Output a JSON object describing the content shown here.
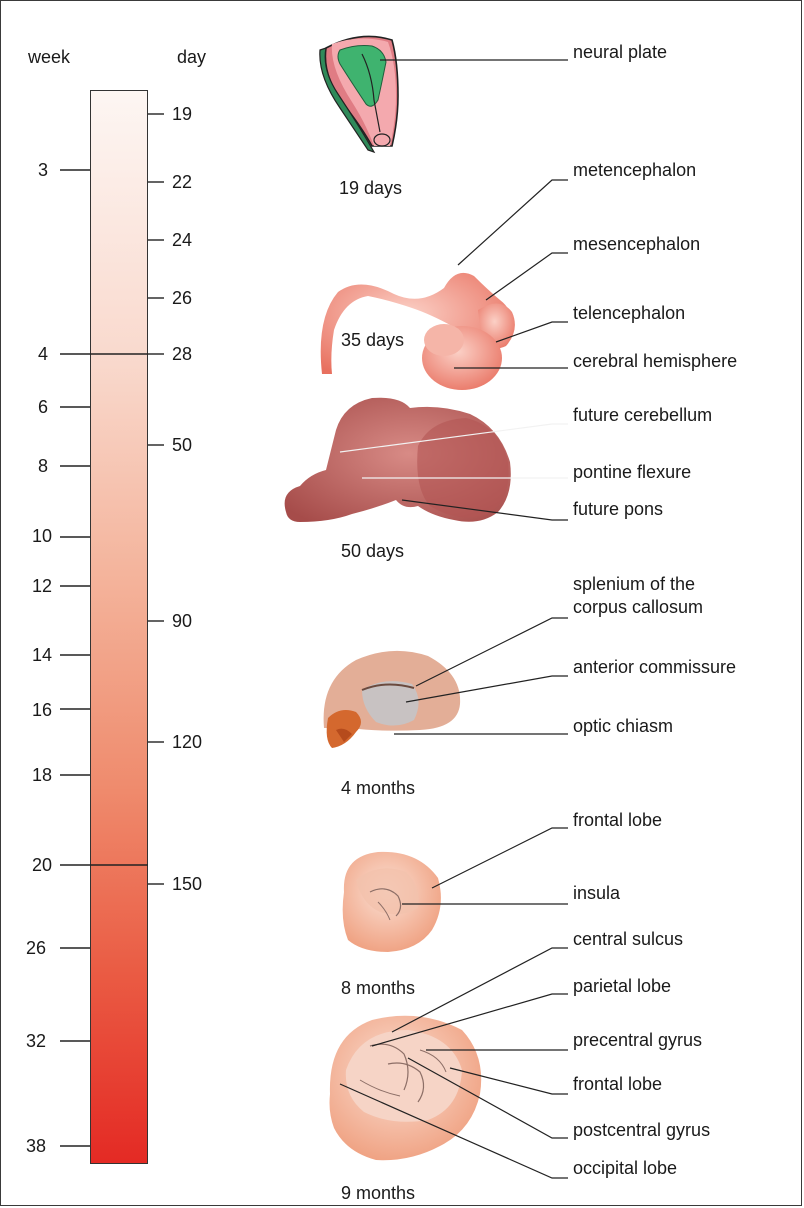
{
  "scale": {
    "week_header": "week",
    "day_header": "day",
    "weeks": [
      "3",
      "4",
      "6",
      "8",
      "10",
      "12",
      "14",
      "16",
      "18",
      "20",
      "26",
      "32",
      "38"
    ],
    "days": [
      "19",
      "22",
      "24",
      "26",
      "28",
      "50",
      "90",
      "120",
      "150"
    ]
  },
  "stages": {
    "s19": "19 days",
    "s35": "35 days",
    "s50": "50 days",
    "s4m": "4 months",
    "s8m": "8 months",
    "s9m": "9 months"
  },
  "labels": {
    "neural_plate": "neural plate",
    "metencephalon": "metencephalon",
    "mesencephalon": "mesencephalon",
    "telencephalon": "telencephalon",
    "cerebral_hemisphere": "cerebral hemisphere",
    "future_cerebellum": "future cerebellum",
    "pontine_flexure": "pontine flexure",
    "future_pons": "future pons",
    "splenium_line1": "splenium of the",
    "splenium_line2": "corpus callosum",
    "anterior_commissure": "anterior commissure",
    "optic_chiasm": "optic chiasm",
    "frontal_lobe_8m": "frontal lobe",
    "insula": "insula",
    "central_sulcus": "central sulcus",
    "parietal_lobe": "parietal lobe",
    "precentral_gyrus": "precentral gyrus",
    "frontal_lobe_9m": "frontal lobe",
    "postcentral_gyrus": "postcentral gyrus",
    "occipital_lobe": "occipital lobe"
  }
}
